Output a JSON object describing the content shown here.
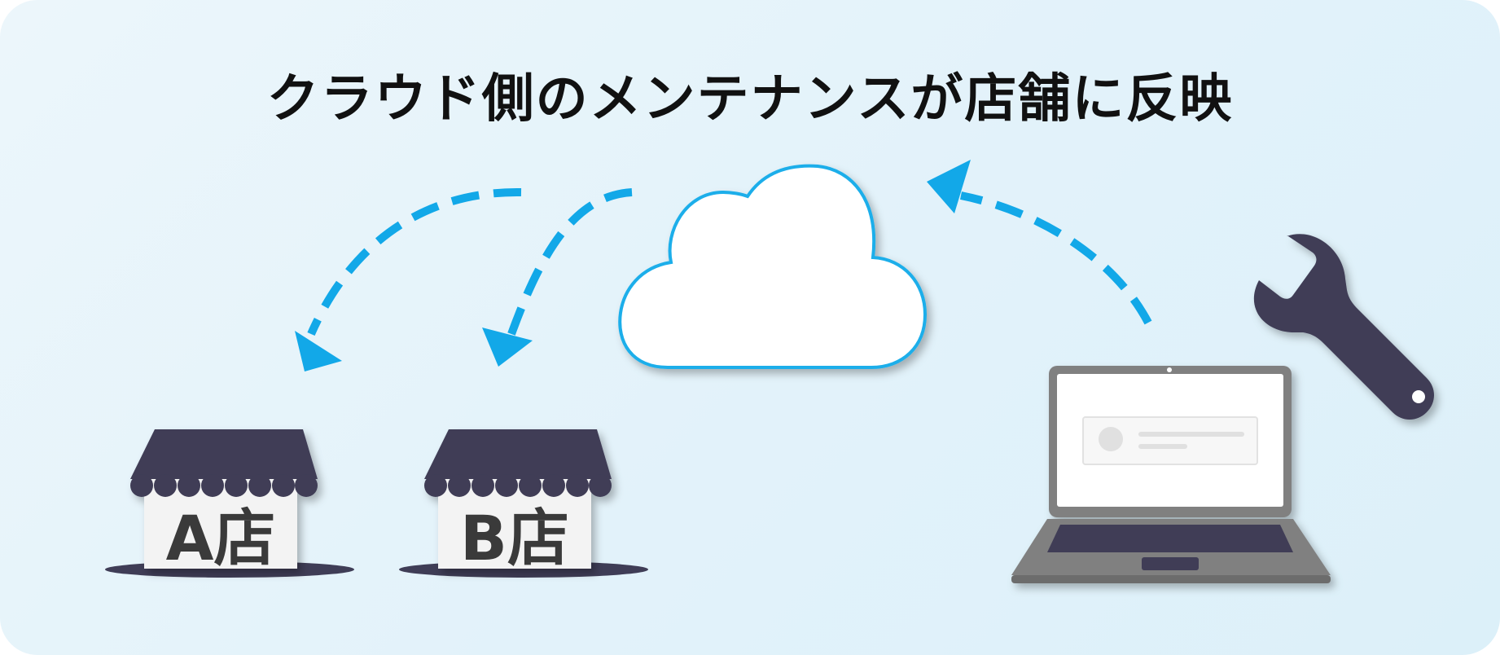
{
  "title": "クラウド側のメンテナンスが店舗に反映",
  "stores": [
    {
      "label": "A店"
    },
    {
      "label": "B店"
    }
  ],
  "icons": [
    "cloud-icon",
    "laptop-icon",
    "wrench-icon",
    "storefront-icon"
  ],
  "colors": {
    "accent": "#12a8e8",
    "dark": "#3f3d56",
    "laptop": "#808080",
    "background": "#e5f3fa"
  }
}
